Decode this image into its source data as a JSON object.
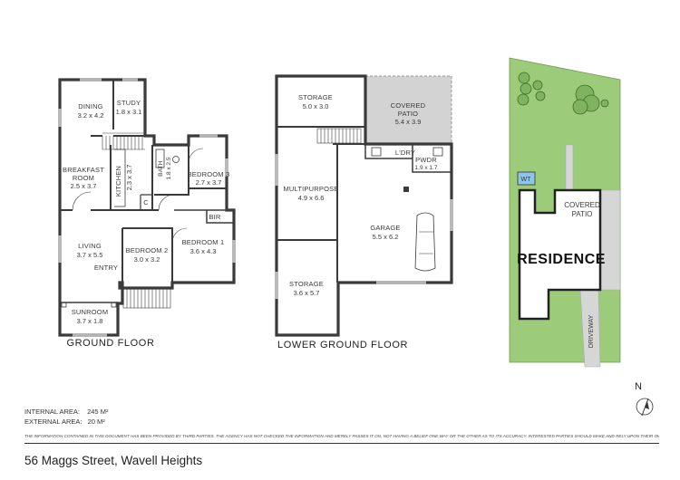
{
  "ground_floor": {
    "label": "GROUND FLOOR",
    "rooms": {
      "dining": {
        "name": "DINING",
        "dim": "3.2 x 4.2"
      },
      "study": {
        "name": "STUDY",
        "dim": "1.8 x 3.1"
      },
      "breakfast": {
        "name": "BREAKFAST",
        "name2": "ROOM",
        "dim": "2.5 x 3.7"
      },
      "kitchen": {
        "name": "KITCHEN",
        "dim": "2.3 x 3.7"
      },
      "bath": {
        "name": "BATH",
        "dim": "1.8 x 2.5"
      },
      "bedroom3": {
        "name": "BEDROOM 3",
        "dim": "2.7 x 3.7"
      },
      "cupboard": {
        "name": "C"
      },
      "bir": {
        "name": "BIR"
      },
      "living": {
        "name": "LIVING",
        "dim": "3.7 x 5.5"
      },
      "bedroom2": {
        "name": "BEDROOM 2",
        "dim": "3.0 x 3.2"
      },
      "bedroom1": {
        "name": "BEDROOM 1",
        "dim": "3.6 x 4.3"
      },
      "entry": {
        "name": "ENTRY"
      },
      "sunroom": {
        "name": "SUNROOM",
        "dim": "3.7 x 1.8"
      }
    }
  },
  "lower_ground_floor": {
    "label": "LOWER GROUND FLOOR",
    "rooms": {
      "storage1": {
        "name": "STORAGE",
        "dim": "5.0 x 3.0"
      },
      "covered_patio": {
        "name": "COVERED",
        "name2": "PATIO",
        "dim": "5.4 x 3.9"
      },
      "laundry": {
        "name": "L'DRY"
      },
      "powder": {
        "name": "PWDR",
        "dim": "1.9 x 1.7"
      },
      "multipurpose": {
        "name": "MULTIPURPOSE",
        "dim": "4.9 x 6.6"
      },
      "garage": {
        "name": "GARAGE",
        "dim": "5.5 x 6.2"
      },
      "storage2": {
        "name": "STORAGE",
        "dim": "3.6 x 5.7"
      }
    }
  },
  "site_plan": {
    "water_tank": "WT",
    "covered_patio": {
      "line1": "COVERED",
      "line2": "PATIO"
    },
    "residence": "RESIDENCE",
    "driveway": "DRIVEWAY",
    "north": "N"
  },
  "areas": {
    "internal_label": "INTERNAL AREA:",
    "internal_value": "245 M²",
    "external_label": "EXTERNAL AREA:",
    "external_value": "20 M²"
  },
  "disclaimer": "THE INFORMATION CONTAINED IN THIS DOCUMENT HAS BEEN PROVIDED BY THIRD PARTIES. THE AGENCY HAS NOT CHECKED THE INFORMATION AND MERELY PASSES IT ON, NOT HAVING A BELIEF ONE WAY OR THE OTHER AS TO ITS ACCURACY. INTERESTED PARTIES SHOULD MAKE AND RELY UPON THEIR OWN ENQUIRIES",
  "address": "56 Maggs Street, Wavell Heights",
  "colors": {
    "wall": "#3a3a3a",
    "patio_fill": "#d3d3d3",
    "lawn": "#9ccc79",
    "lawn_dark": "#7fb35d",
    "building_fill": "#ffffff"
  }
}
